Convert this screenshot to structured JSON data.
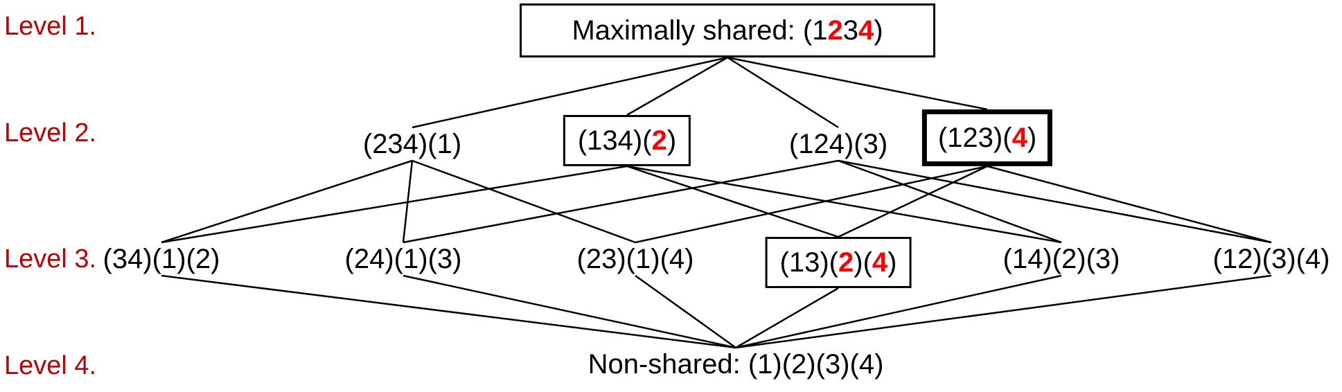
{
  "diagram": {
    "title_semantics": "Partition sharing lattice",
    "levels": [
      {
        "label": "Level 1."
      },
      {
        "label": "Level 2."
      },
      {
        "label": "Level 3."
      },
      {
        "label": "Level 4."
      }
    ],
    "nodes": {
      "max_shared": {
        "box": "thin",
        "segments": [
          {
            "t": "Maximally shared: (1"
          },
          {
            "t": "2",
            "red": true
          },
          {
            "t": "3"
          },
          {
            "t": "4",
            "red": true
          },
          {
            "t": ")"
          }
        ]
      },
      "p234_1": {
        "box": "none",
        "segments": [
          {
            "t": "(234)(1)"
          }
        ]
      },
      "p134_2": {
        "box": "thin",
        "segments": [
          {
            "t": "(134)("
          },
          {
            "t": "2",
            "red": true
          },
          {
            "t": ")"
          }
        ]
      },
      "p124_3": {
        "box": "none",
        "segments": [
          {
            "t": "(124)(3)"
          }
        ]
      },
      "p123_4": {
        "box": "thick",
        "segments": [
          {
            "t": "(123)("
          },
          {
            "t": "4",
            "red": true
          },
          {
            "t": ")"
          }
        ]
      },
      "p34_1_2": {
        "box": "none",
        "segments": [
          {
            "t": "(34)(1)(2)"
          }
        ]
      },
      "p24_1_3": {
        "box": "none",
        "segments": [
          {
            "t": "(24)(1)(3)"
          }
        ]
      },
      "p23_1_4": {
        "box": "none",
        "segments": [
          {
            "t": "(23)(1)(4)"
          }
        ]
      },
      "p13_2_4": {
        "box": "thin",
        "segments": [
          {
            "t": "(13)("
          },
          {
            "t": "2",
            "red": true
          },
          {
            "t": ")("
          },
          {
            "t": "4",
            "red": true
          },
          {
            "t": ")"
          }
        ]
      },
      "p14_2_3": {
        "box": "none",
        "segments": [
          {
            "t": "(14)(2)(3)"
          }
        ]
      },
      "p12_3_4": {
        "box": "none",
        "segments": [
          {
            "t": "(12)(3)(4)"
          }
        ]
      },
      "non_shared": {
        "box": "none",
        "segments": [
          {
            "t": "Non-shared: (1)(2)(3)(4)"
          }
        ]
      }
    },
    "edges": [
      [
        "max_shared",
        "p234_1"
      ],
      [
        "max_shared",
        "p134_2"
      ],
      [
        "max_shared",
        "p124_3"
      ],
      [
        "max_shared",
        "p123_4"
      ],
      [
        "p234_1",
        "p34_1_2"
      ],
      [
        "p234_1",
        "p24_1_3"
      ],
      [
        "p234_1",
        "p23_1_4"
      ],
      [
        "p134_2",
        "p34_1_2"
      ],
      [
        "p134_2",
        "p13_2_4"
      ],
      [
        "p134_2",
        "p14_2_3"
      ],
      [
        "p124_3",
        "p24_1_3"
      ],
      [
        "p124_3",
        "p14_2_3"
      ],
      [
        "p124_3",
        "p12_3_4"
      ],
      [
        "p123_4",
        "p23_1_4"
      ],
      [
        "p123_4",
        "p13_2_4"
      ],
      [
        "p123_4",
        "p12_3_4"
      ],
      [
        "p34_1_2",
        "non_shared"
      ],
      [
        "p24_1_3",
        "non_shared"
      ],
      [
        "p23_1_4",
        "non_shared"
      ],
      [
        "p13_2_4",
        "non_shared"
      ],
      [
        "p14_2_3",
        "non_shared"
      ],
      [
        "p12_3_4",
        "non_shared"
      ]
    ]
  },
  "colors": {
    "highlight_digit": "#FF0000",
    "level_label": "#C00000",
    "line": "#000000",
    "text": "#000000",
    "background": "#FFFFFF",
    "box_border": "#000000"
  }
}
